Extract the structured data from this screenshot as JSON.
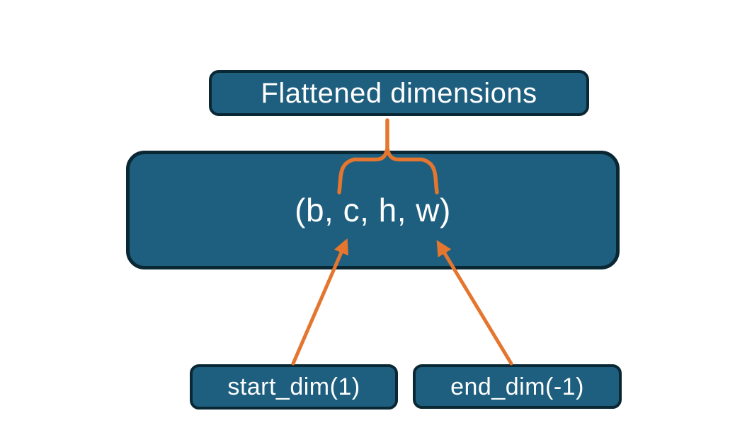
{
  "diagram": {
    "kind": "tensor-flatten-diagram",
    "nodes": {
      "flattened_dimensions": {
        "label": "Flattened dimensions"
      },
      "tensor_shape": {
        "label": "(b, c, h, w)"
      },
      "start_dim": {
        "label": "start_dim(1)"
      },
      "end_dim": {
        "label": "end_dim(-1)"
      }
    },
    "connectors": [
      {
        "id": "stem",
        "type": "line",
        "from": "flattened_dimensions",
        "to": "brace"
      },
      {
        "id": "brace",
        "type": "curly-brace",
        "spans": "c, h, w",
        "inside": "tensor_shape"
      },
      {
        "id": "start_dim_arrow",
        "type": "arrow",
        "from": "start_dim",
        "points_to": "c"
      },
      {
        "id": "end_dim_arrow",
        "type": "arrow",
        "from": "end_dim",
        "points_to": "w"
      }
    ],
    "colors": {
      "node_fill": "#1e5e7e",
      "node_border": "#0a2834",
      "text": "#ffffff",
      "connector": "#e4762f",
      "background": "#ffffff"
    }
  }
}
